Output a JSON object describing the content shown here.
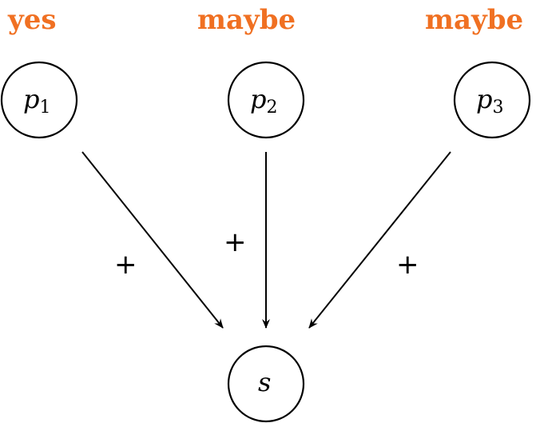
{
  "colors": {
    "status": "#f07022",
    "stroke": "#000000"
  },
  "status_labels": {
    "p1": "yes",
    "p2": "maybe",
    "p3": "maybe"
  },
  "nodes": {
    "p1": {
      "symbol": "p",
      "subscript": "1"
    },
    "p2": {
      "symbol": "p",
      "subscript": "2"
    },
    "p3": {
      "symbol": "p",
      "subscript": "3"
    },
    "s": {
      "symbol": "s",
      "subscript": ""
    }
  },
  "edges": [
    {
      "from": "p1",
      "to": "s",
      "sign": "+"
    },
    {
      "from": "p2",
      "to": "s",
      "sign": "+"
    },
    {
      "from": "p3",
      "to": "s",
      "sign": "+"
    }
  ]
}
